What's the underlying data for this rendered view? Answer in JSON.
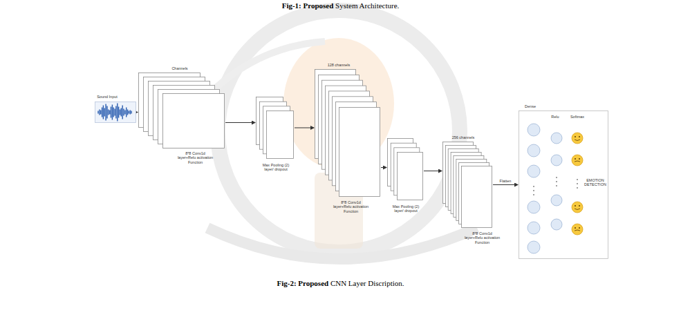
{
  "diagram": {
    "caption": "Fig-2: Proposed CNN Layer Discription.",
    "nodes": [
      {
        "text": [
          "Sound Input"
        ]
      },
      {
        "text": [
          "Channels",
          "8*8 Conv1d layer+Relu activation Function"
        ]
      },
      {
        "text": [
          "Max Pooling (2) layer/ dropout"
        ]
      },
      {
        "text": [
          "128 channels",
          "8*8 Conv1d layer+Relu activation Function"
        ]
      },
      {
        "text": [
          "Max Pooling (2) layer/ dropout"
        ]
      },
      {
        "text": [
          "256 channels",
          "8*8 Conv1d layer+Relu activation Function"
        ]
      },
      {
        "text": [
          "Dense",
          "Relu",
          "Softmax",
          "EMOTION DETECTION"
        ]
      }
    ],
    "edges": [
      {
        "from": 0,
        "to": 1,
        "arrow": "to"
      },
      {
        "from": 1,
        "to": 2,
        "arrow": "to"
      },
      {
        "from": 2,
        "to": 3,
        "arrow": "to"
      },
      {
        "from": 3,
        "to": 4,
        "arrow": "to"
      },
      {
        "from": 4,
        "to": 5,
        "arrow": "to"
      },
      {
        "from": 5,
        "to": 6,
        "label": "Flatten",
        "arrow": "to"
      }
    ],
    "labels": [
      "Fig-1: Proposed System Architecture."
    ]
  }
}
